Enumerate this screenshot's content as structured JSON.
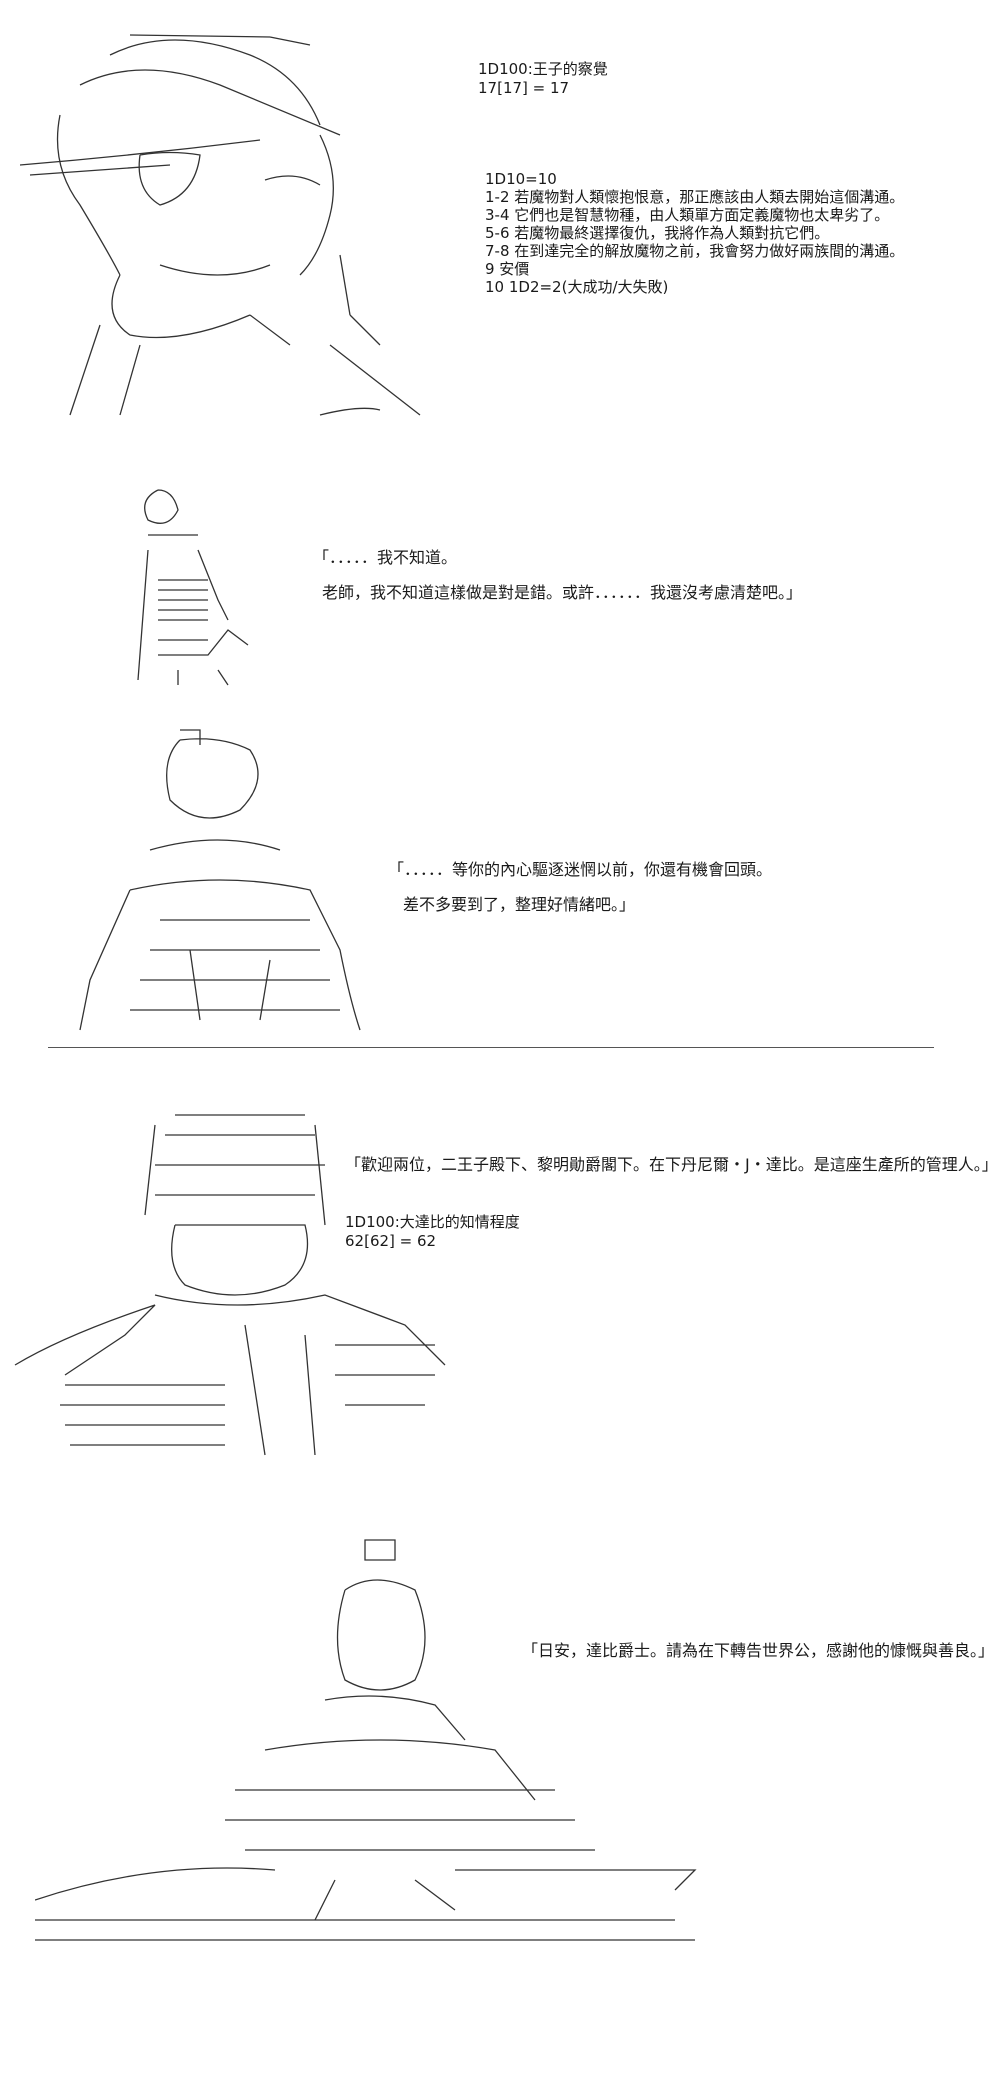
{
  "panel1": {
    "roll_title": "1D100:王子的察覺",
    "roll_result": "17[17] = 17",
    "table_title": "1D10=10",
    "table_rows": [
      "1-2 若魔物對人類懷抱恨意，那正應該由人類去開始這個溝通。",
      "3-4 它們也是智慧物種，由人類單方面定義魔物也太卑劣了。",
      "5-6 若魔物最終選擇復仇，我將作為人類對抗它們。",
      "7-8 在到達完全的解放魔物之前，我會努力做好兩族間的溝通。",
      "9 安價",
      "10 1D2=2(大成功/大失敗)"
    ]
  },
  "panel2": {
    "line1": "「．．．．．我不知道。",
    "line2": "老師，我不知道這樣做是對是錯。或許．．．．．．我還沒考慮清楚吧。」"
  },
  "panel3": {
    "line1": "「．．．．．等你的內心驅逐迷惘以前，你還有機會回頭。",
    "line2": "差不多要到了，整理好情緒吧。」"
  },
  "panel4": {
    "dialog": "「歡迎兩位，二王子殿下、黎明勛爵閣下。在下丹尼爾・J・達比。是這座生產所的管理人。」",
    "roll_title": "1D100:大達比的知情程度",
    "roll_result": "62[62] = 62"
  },
  "panel5": {
    "dialog": "「日安，達比爵士。請為在下轉告世界公，感謝他的慷慨與善良。」"
  }
}
